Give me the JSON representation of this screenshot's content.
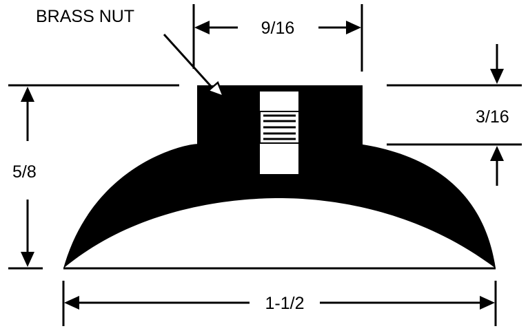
{
  "labels": {
    "callout": "BRASS NUT",
    "nut_width": "9/16",
    "top_thickness": "3/16",
    "overall_height": "5/8",
    "overall_width": "1-1/2"
  },
  "colors": {
    "ink": "#000000",
    "paper": "#ffffff"
  }
}
